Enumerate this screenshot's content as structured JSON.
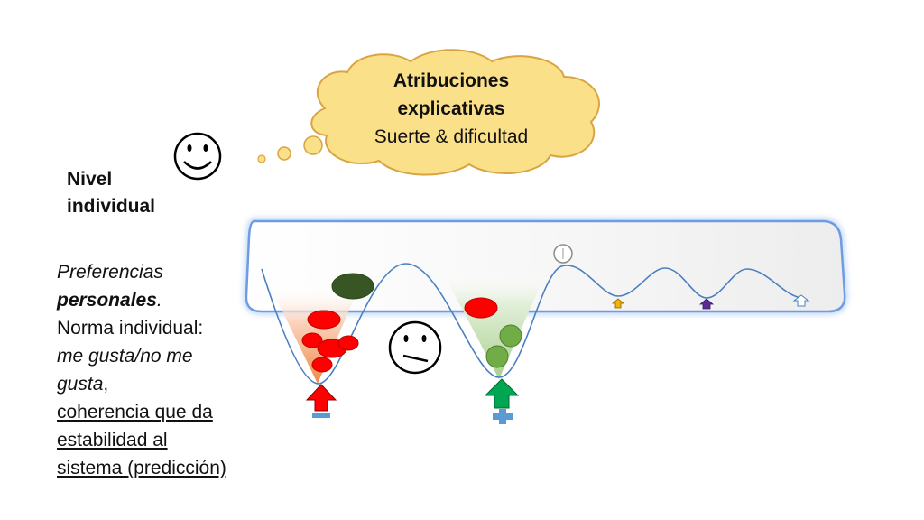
{
  "thought_cloud": {
    "title_line1": "Atribuciones",
    "title_line2": "explicativas",
    "subtitle": "Suerte & dificultad"
  },
  "level_label": {
    "line1": "Nivel",
    "line2": "individual"
  },
  "description": {
    "line1": "Preferencias",
    "line2_bold_italic": "personales",
    "line2_suffix": ".",
    "line3": "Norma individual:",
    "line4": "me gusta/no me",
    "line5_italic": "gusta",
    "line5_suffix": ",",
    "line6": "coherencia que da",
    "line7": "estabilidad al",
    "line8": "sistema (predicción)"
  },
  "faces": {
    "happy": "smiling-face-icon",
    "neutral": "neutral-face-icon"
  },
  "colors": {
    "cloud_fill": "#fbe08a",
    "frame_stroke": "#6f9be0",
    "red_ball": "#ff0000",
    "dark_green_ball": "#375623",
    "green_ball": "#70ad47",
    "red_arrow": "#ff0000",
    "green_arrow": "#00a651",
    "blue_plus": "#5b9bd5"
  }
}
